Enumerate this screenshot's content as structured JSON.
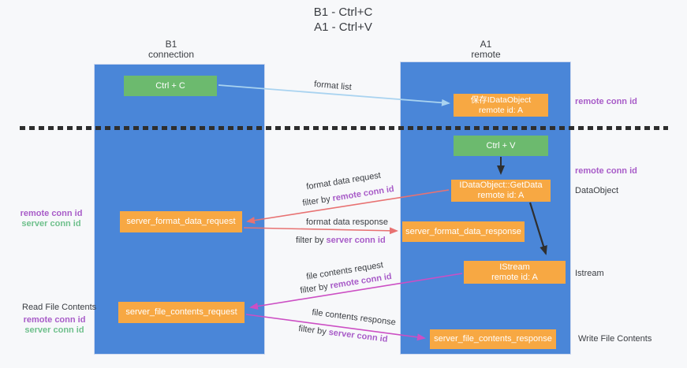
{
  "title": {
    "line1": "B1 - Ctrl+C",
    "line2": "A1 - Ctrl+V"
  },
  "columns": {
    "left": {
      "header_line1": "B1",
      "header_line2": "connection"
    },
    "right": {
      "header_line1": "A1",
      "header_line2": "remote"
    }
  },
  "nodes": {
    "ctrl_c": "Ctrl + C",
    "save_idataobject": {
      "line1": "保存IDataObject",
      "line2": "remote id: A"
    },
    "ctrl_v": "Ctrl + V",
    "getdata": {
      "line1": "IDataObject::GetData",
      "line2": "remote id: A"
    },
    "server_format_data_request": "server_format_data_request",
    "server_format_data_response": "server_format_data_response",
    "istream": {
      "line1": "IStream",
      "line2": "remote id: A"
    },
    "server_file_contents_request": "server_file_contents_request",
    "server_file_contents_response": "server_file_contents_response"
  },
  "labels": {
    "format_list": "format list",
    "format_data_request": "format data request",
    "format_data_response": "format data response",
    "file_contents_request": "file contents request",
    "file_contents_response": "file contents response",
    "filter_by": "filter by ",
    "remote_conn_id": "remote conn id",
    "server_conn_id": "server conn id",
    "dataobject": "DataObject",
    "istream": "Istream",
    "read_file_contents": "Read File Contents",
    "write_file_contents": "Write File Contents"
  },
  "colors": {
    "column_blue": "#4a86d8",
    "node_orange": "#f7a843",
    "node_green": "#6cba6e",
    "arrow_red": "#e87272",
    "arrow_magenta": "#cc4fc4",
    "arrow_light_blue": "#a9d3f0",
    "arrow_black": "#2f2f2f",
    "label_purple": "#a85cc8",
    "label_green": "#6fc08c"
  }
}
